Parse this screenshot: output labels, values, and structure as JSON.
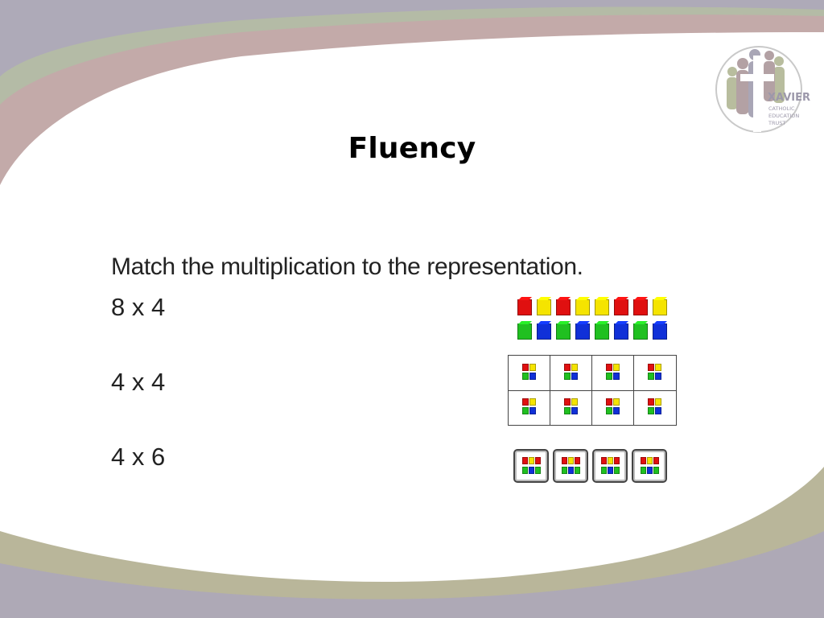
{
  "slide": {
    "title": "Fluency",
    "instruction": "Match the multiplication to the representation.",
    "expressions": [
      "8 x 4",
      "4 x 4",
      "4 x 6"
    ]
  },
  "logo": {
    "name": "XAVIER",
    "lines": [
      "CATHOLIC",
      "EDUCATION",
      "TRUST"
    ]
  },
  "colors": {
    "red": "#e01010",
    "yellow": "#f5e400",
    "green": "#20c020",
    "blue": "#1030d8",
    "band_olive": "#b9b59a",
    "band_mauve": "#c1a9a8",
    "band_gray": "#aeaab8"
  }
}
